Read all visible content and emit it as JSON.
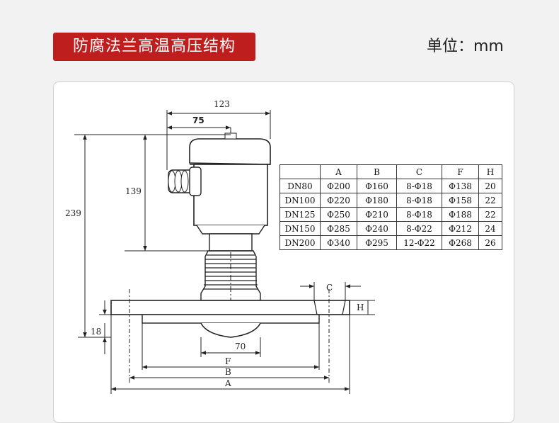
{
  "header": {
    "title": "防腐法兰高温高压结构",
    "unit": "单位：mm"
  },
  "drawing": {
    "dims": {
      "d123": "123",
      "d75": "75",
      "d139": "139",
      "d239": "239",
      "d18": "18",
      "d70": "70",
      "lc": "C",
      "lh": "H",
      "lf": "F",
      "lb": "B",
      "la": "A"
    }
  },
  "table": {
    "headers": [
      "",
      "A",
      "B",
      "C",
      "F",
      "H"
    ],
    "rows": [
      [
        "DN80",
        "Φ200",
        "Φ160",
        "8-Φ18",
        "Φ138",
        "20"
      ],
      [
        "DN100",
        "Φ220",
        "Φ180",
        "8-Φ18",
        "Φ158",
        "22"
      ],
      [
        "DN125",
        "Φ250",
        "Φ210",
        "8-Φ18",
        "Φ188",
        "22"
      ],
      [
        "DN150",
        "Φ285",
        "Φ240",
        "8-Φ22",
        "Φ212",
        "24"
      ],
      [
        "DN200",
        "Φ340",
        "Φ295",
        "12-Φ22",
        "Φ268",
        "26"
      ]
    ]
  },
  "colors": {
    "badge": "#bf1e1e",
    "line": "#222222"
  }
}
